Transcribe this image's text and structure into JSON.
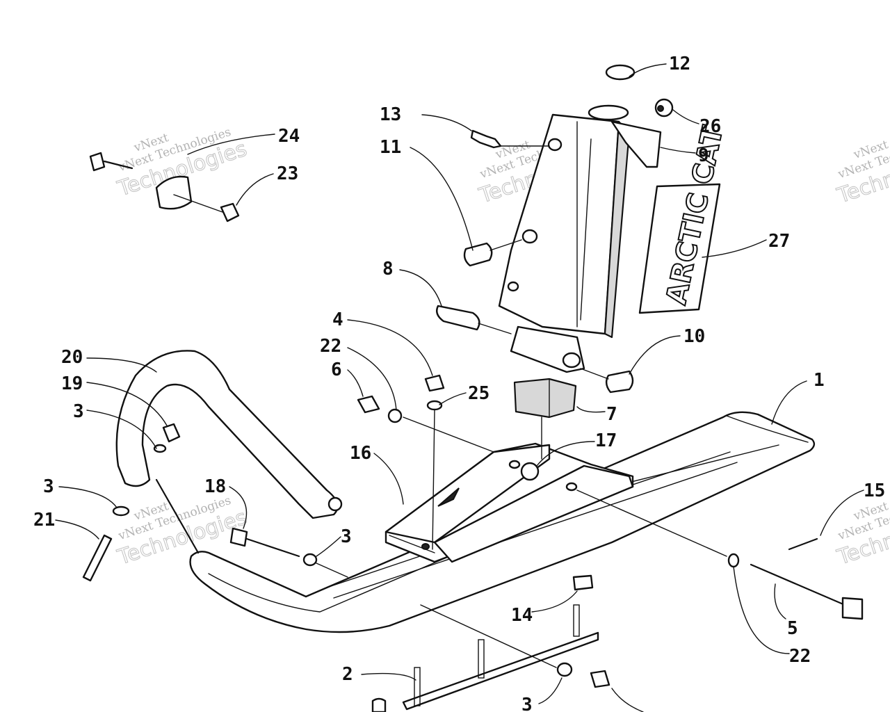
{
  "diagram": {
    "callouts": [
      {
        "id": "c12",
        "label": "12"
      },
      {
        "id": "c13",
        "label": "13"
      },
      {
        "id": "c26",
        "label": "26"
      },
      {
        "id": "c11",
        "label": "11"
      },
      {
        "id": "c9",
        "label": "9"
      },
      {
        "id": "c24",
        "label": "24"
      },
      {
        "id": "c23",
        "label": "23"
      },
      {
        "id": "c27",
        "label": "27"
      },
      {
        "id": "c8",
        "label": "8"
      },
      {
        "id": "c4",
        "label": "4"
      },
      {
        "id": "c10",
        "label": "10"
      },
      {
        "id": "c20",
        "label": "20"
      },
      {
        "id": "c22a",
        "label": "22"
      },
      {
        "id": "c6",
        "label": "6"
      },
      {
        "id": "c25",
        "label": "25"
      },
      {
        "id": "c1",
        "label": "1"
      },
      {
        "id": "c19",
        "label": "19"
      },
      {
        "id": "c7",
        "label": "7"
      },
      {
        "id": "c3a",
        "label": "3"
      },
      {
        "id": "c17",
        "label": "17"
      },
      {
        "id": "c16",
        "label": "16"
      },
      {
        "id": "c3b",
        "label": "3"
      },
      {
        "id": "c18",
        "label": "18"
      },
      {
        "id": "c15",
        "label": "15"
      },
      {
        "id": "c21",
        "label": "21"
      },
      {
        "id": "c3c",
        "label": "3"
      },
      {
        "id": "c14",
        "label": "14"
      },
      {
        "id": "c5",
        "label": "5"
      },
      {
        "id": "c22b",
        "label": "22"
      },
      {
        "id": "c2",
        "label": "2"
      },
      {
        "id": "c3d",
        "label": "3"
      }
    ],
    "decal_text": "ARCTIC CAT",
    "watermark": {
      "line1": "vNext",
      "line2": "vNext Technologies",
      "line3": "Technologies"
    }
  }
}
